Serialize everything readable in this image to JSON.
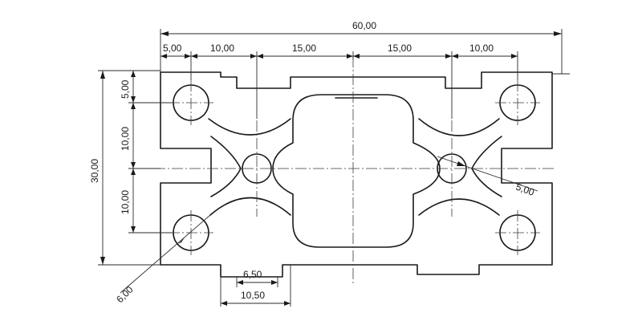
{
  "dimensions": {
    "overall_width": "60,00",
    "top_segments": [
      "5,00",
      "10,00",
      "15,00",
      "15,00",
      "10,00"
    ],
    "overall_height": "30,00",
    "left_upper_offset": "5,00",
    "left_mid_upper": "10,00",
    "left_mid_lower": "10,00",
    "slot_inner_width": "6,50",
    "slot_outer_width": "10,50",
    "right_hole_diameter": "5,00",
    "left_hole_diameter": "6,00"
  },
  "colors": {
    "line": "#1a1a1a",
    "background": "#ffffff"
  }
}
